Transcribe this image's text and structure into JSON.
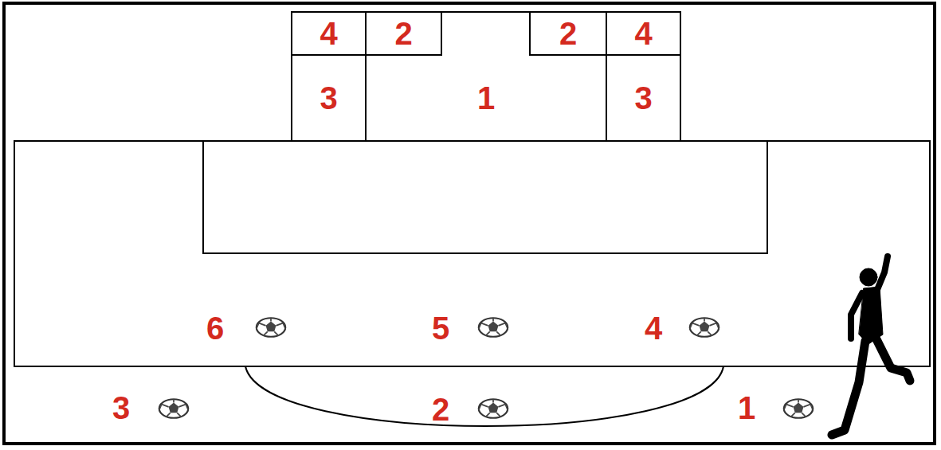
{
  "diagram": {
    "nodes": [
      {
        "text": [
          "4"
        ]
      },
      {
        "text": [
          "1"
        ]
      },
      {
        "text": [
          "2"
        ],
        "in": 1
      },
      {
        "text": [
          "2"
        ],
        "in": 1
      },
      {
        "text": [
          "4"
        ]
      },
      {
        "text": [
          "3"
        ]
      },
      {
        "text": [
          "3"
        ]
      }
    ],
    "labels": [
      "6",
      "5",
      "4",
      "3",
      "2",
      "1"
    ]
  }
}
